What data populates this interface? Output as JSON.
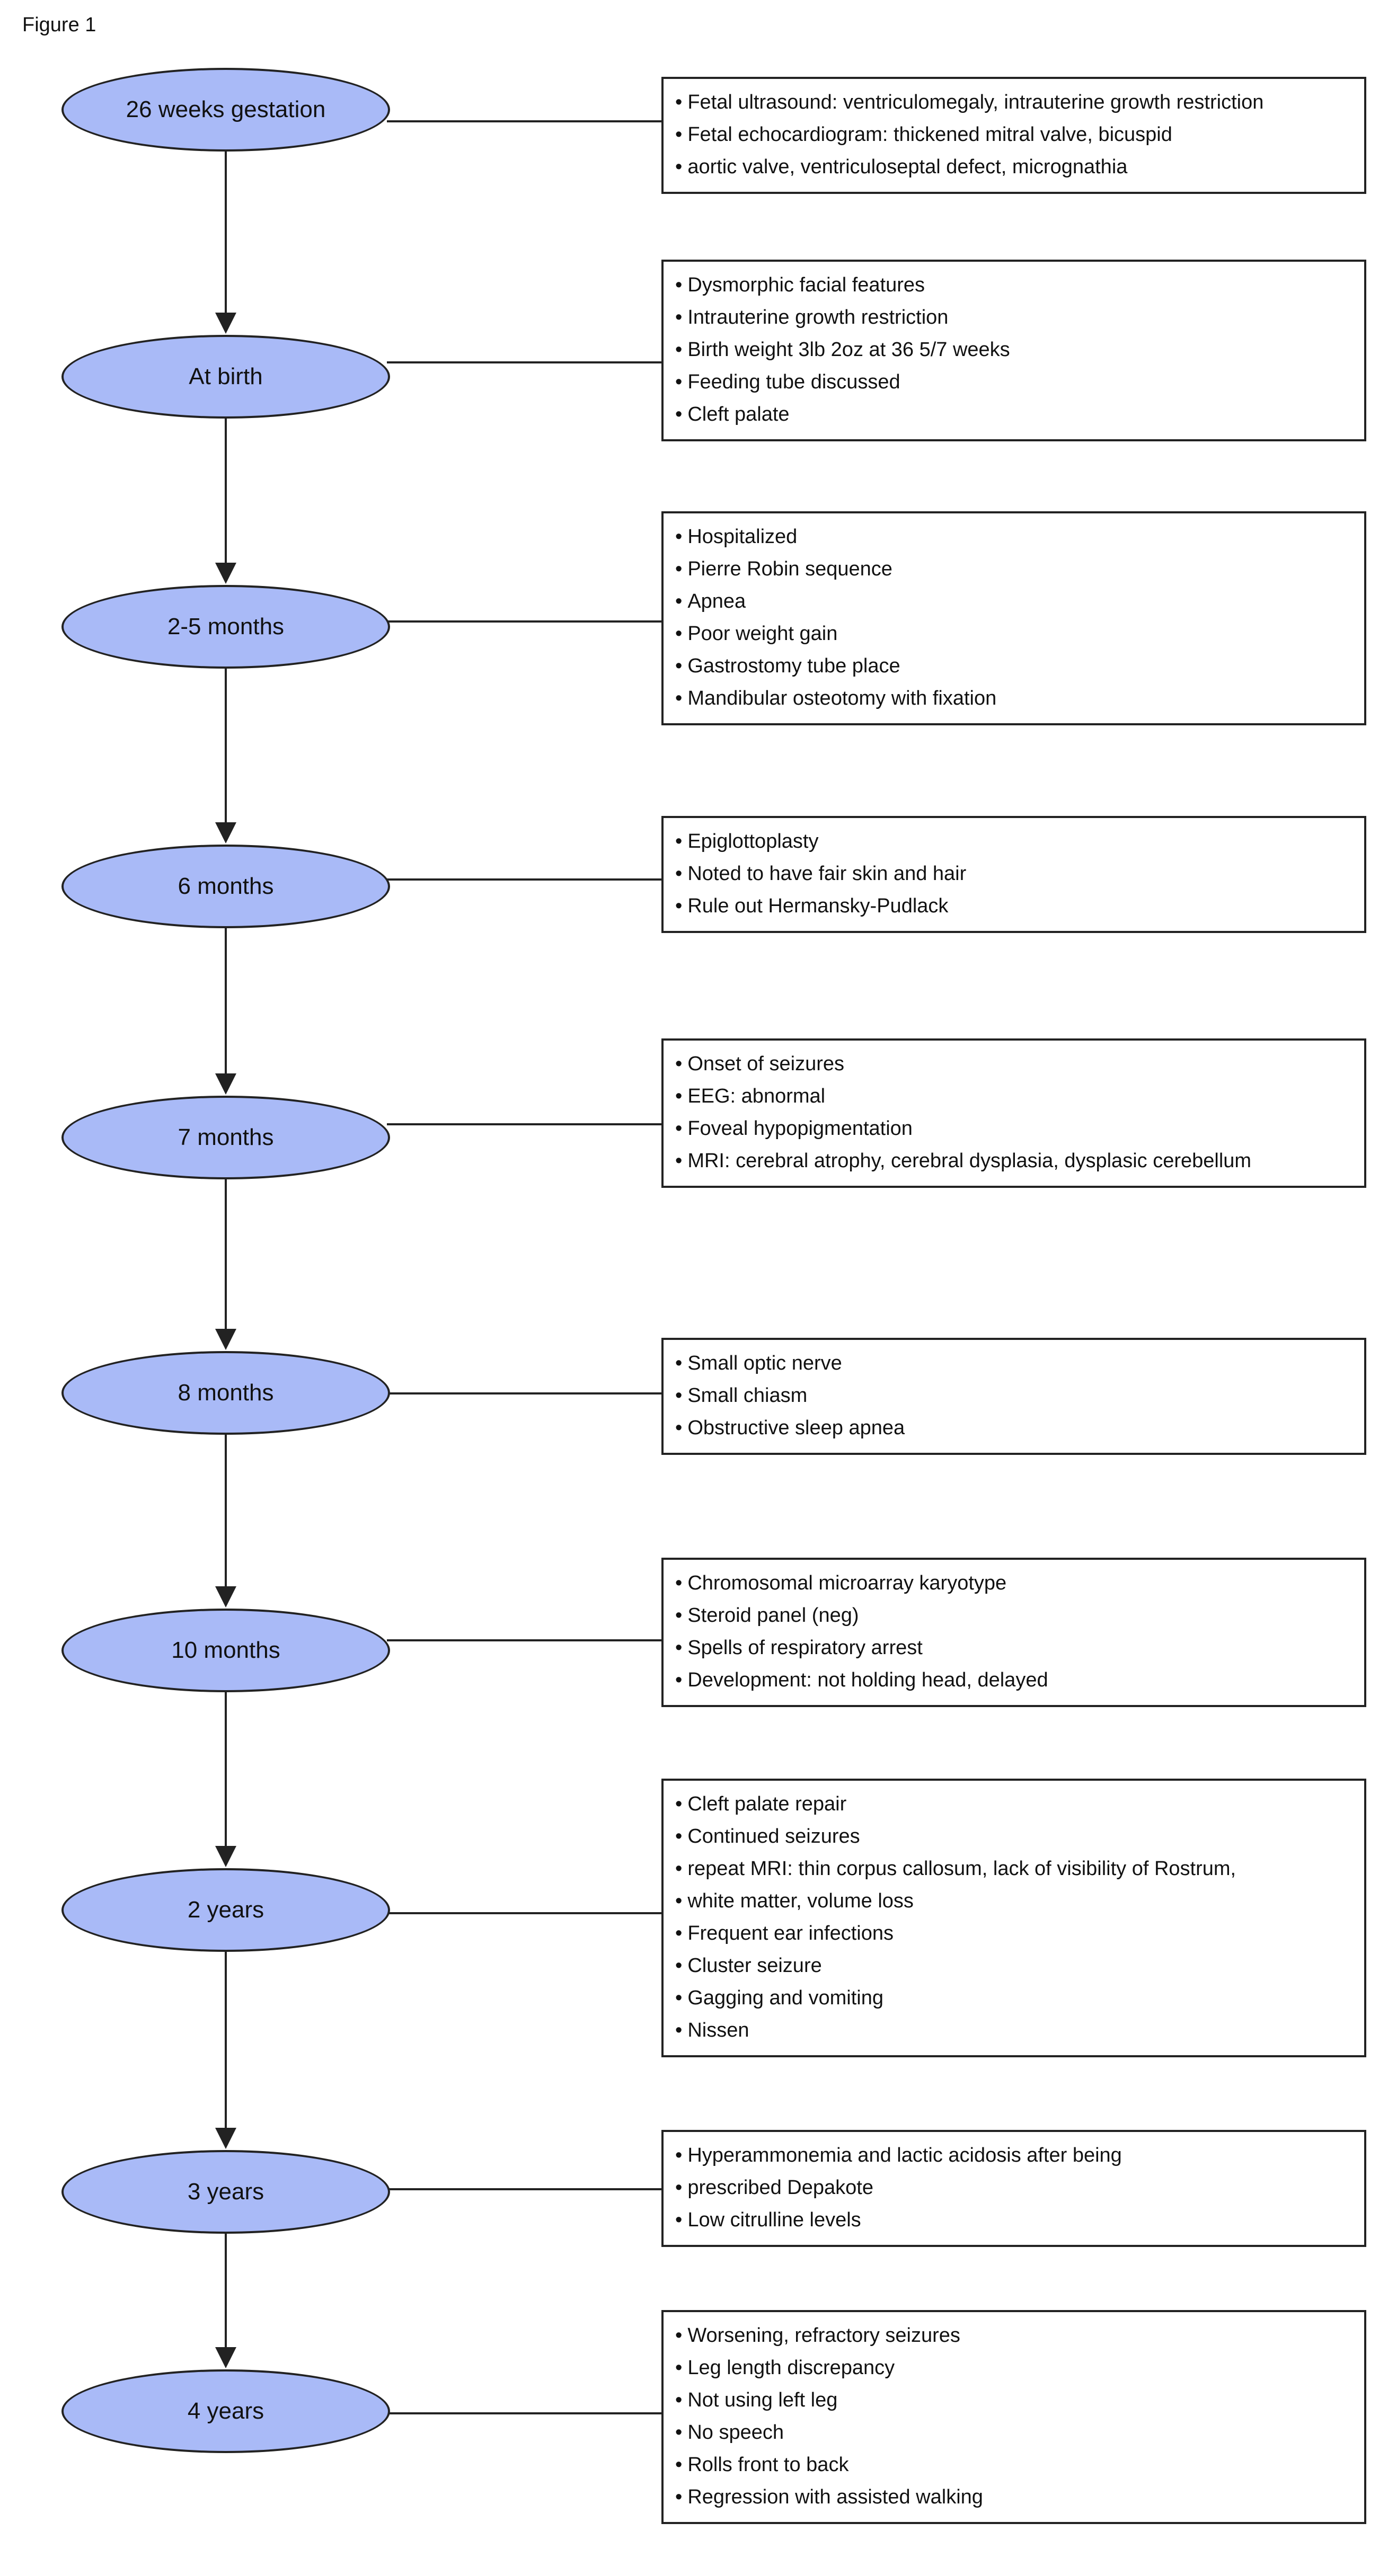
{
  "figure_label": "Figure 1",
  "timeline": [
    {
      "stage": "26 weeks gestation",
      "findings": [
        "Fetal ultrasound: ventriculomegaly, intrauterine growth restriction",
        "Fetal echocardiogram: thickened mitral valve, bicuspid",
        "aortic valve, ventriculoseptal defect, micrognathia"
      ]
    },
    {
      "stage": "At birth",
      "findings": [
        "Dysmorphic facial features",
        "Intrauterine growth restriction",
        "Birth weight 3lb 2oz at 36 5/7 weeks",
        "Feeding tube discussed",
        "Cleft palate"
      ]
    },
    {
      "stage": "2-5 months",
      "findings": [
        "Hospitalized",
        "Pierre Robin sequence",
        "Apnea",
        "Poor weight gain",
        "Gastrostomy tube place",
        "Mandibular osteotomy with fixation"
      ]
    },
    {
      "stage": "6 months",
      "findings": [
        "Epiglottoplasty",
        "Noted to have fair skin and hair",
        "Rule out Hermansky-Pudlack"
      ]
    },
    {
      "stage": "7 months",
      "findings": [
        "Onset of seizures",
        "EEG: abnormal",
        "Foveal hypopigmentation",
        "MRI: cerebral atrophy, cerebral dysplasia, dysplasic cerebellum"
      ]
    },
    {
      "stage": "8 months",
      "findings": [
        "Small optic nerve",
        "Small chiasm",
        "Obstructive sleep apnea"
      ]
    },
    {
      "stage": "10 months",
      "findings": [
        "Chromosomal microarray karyotype",
        "Steroid panel (neg)",
        "Spells of respiratory arrest",
        "Development: not holding head, delayed"
      ]
    },
    {
      "stage": "2 years",
      "findings": [
        "Cleft palate repair",
        "Continued seizures",
        "repeat MRI: thin corpus callosum, lack of visibility of Rostrum,",
        "white matter, volume loss",
        "Frequent ear infections",
        "Cluster seizure",
        "Gagging and vomiting",
        "Nissen"
      ]
    },
    {
      "stage": "3 years",
      "findings": [
        "Hyperammonemia and lactic acidosis after being",
        "prescribed Depakote",
        "Low citrulline levels"
      ]
    },
    {
      "stage": "4 years",
      "findings": [
        "Worsening, refractory seizures",
        "Leg length discrepancy",
        "Not using left leg",
        "No speech",
        "Rolls front to back",
        "Regression with assisted walking"
      ]
    }
  ]
}
